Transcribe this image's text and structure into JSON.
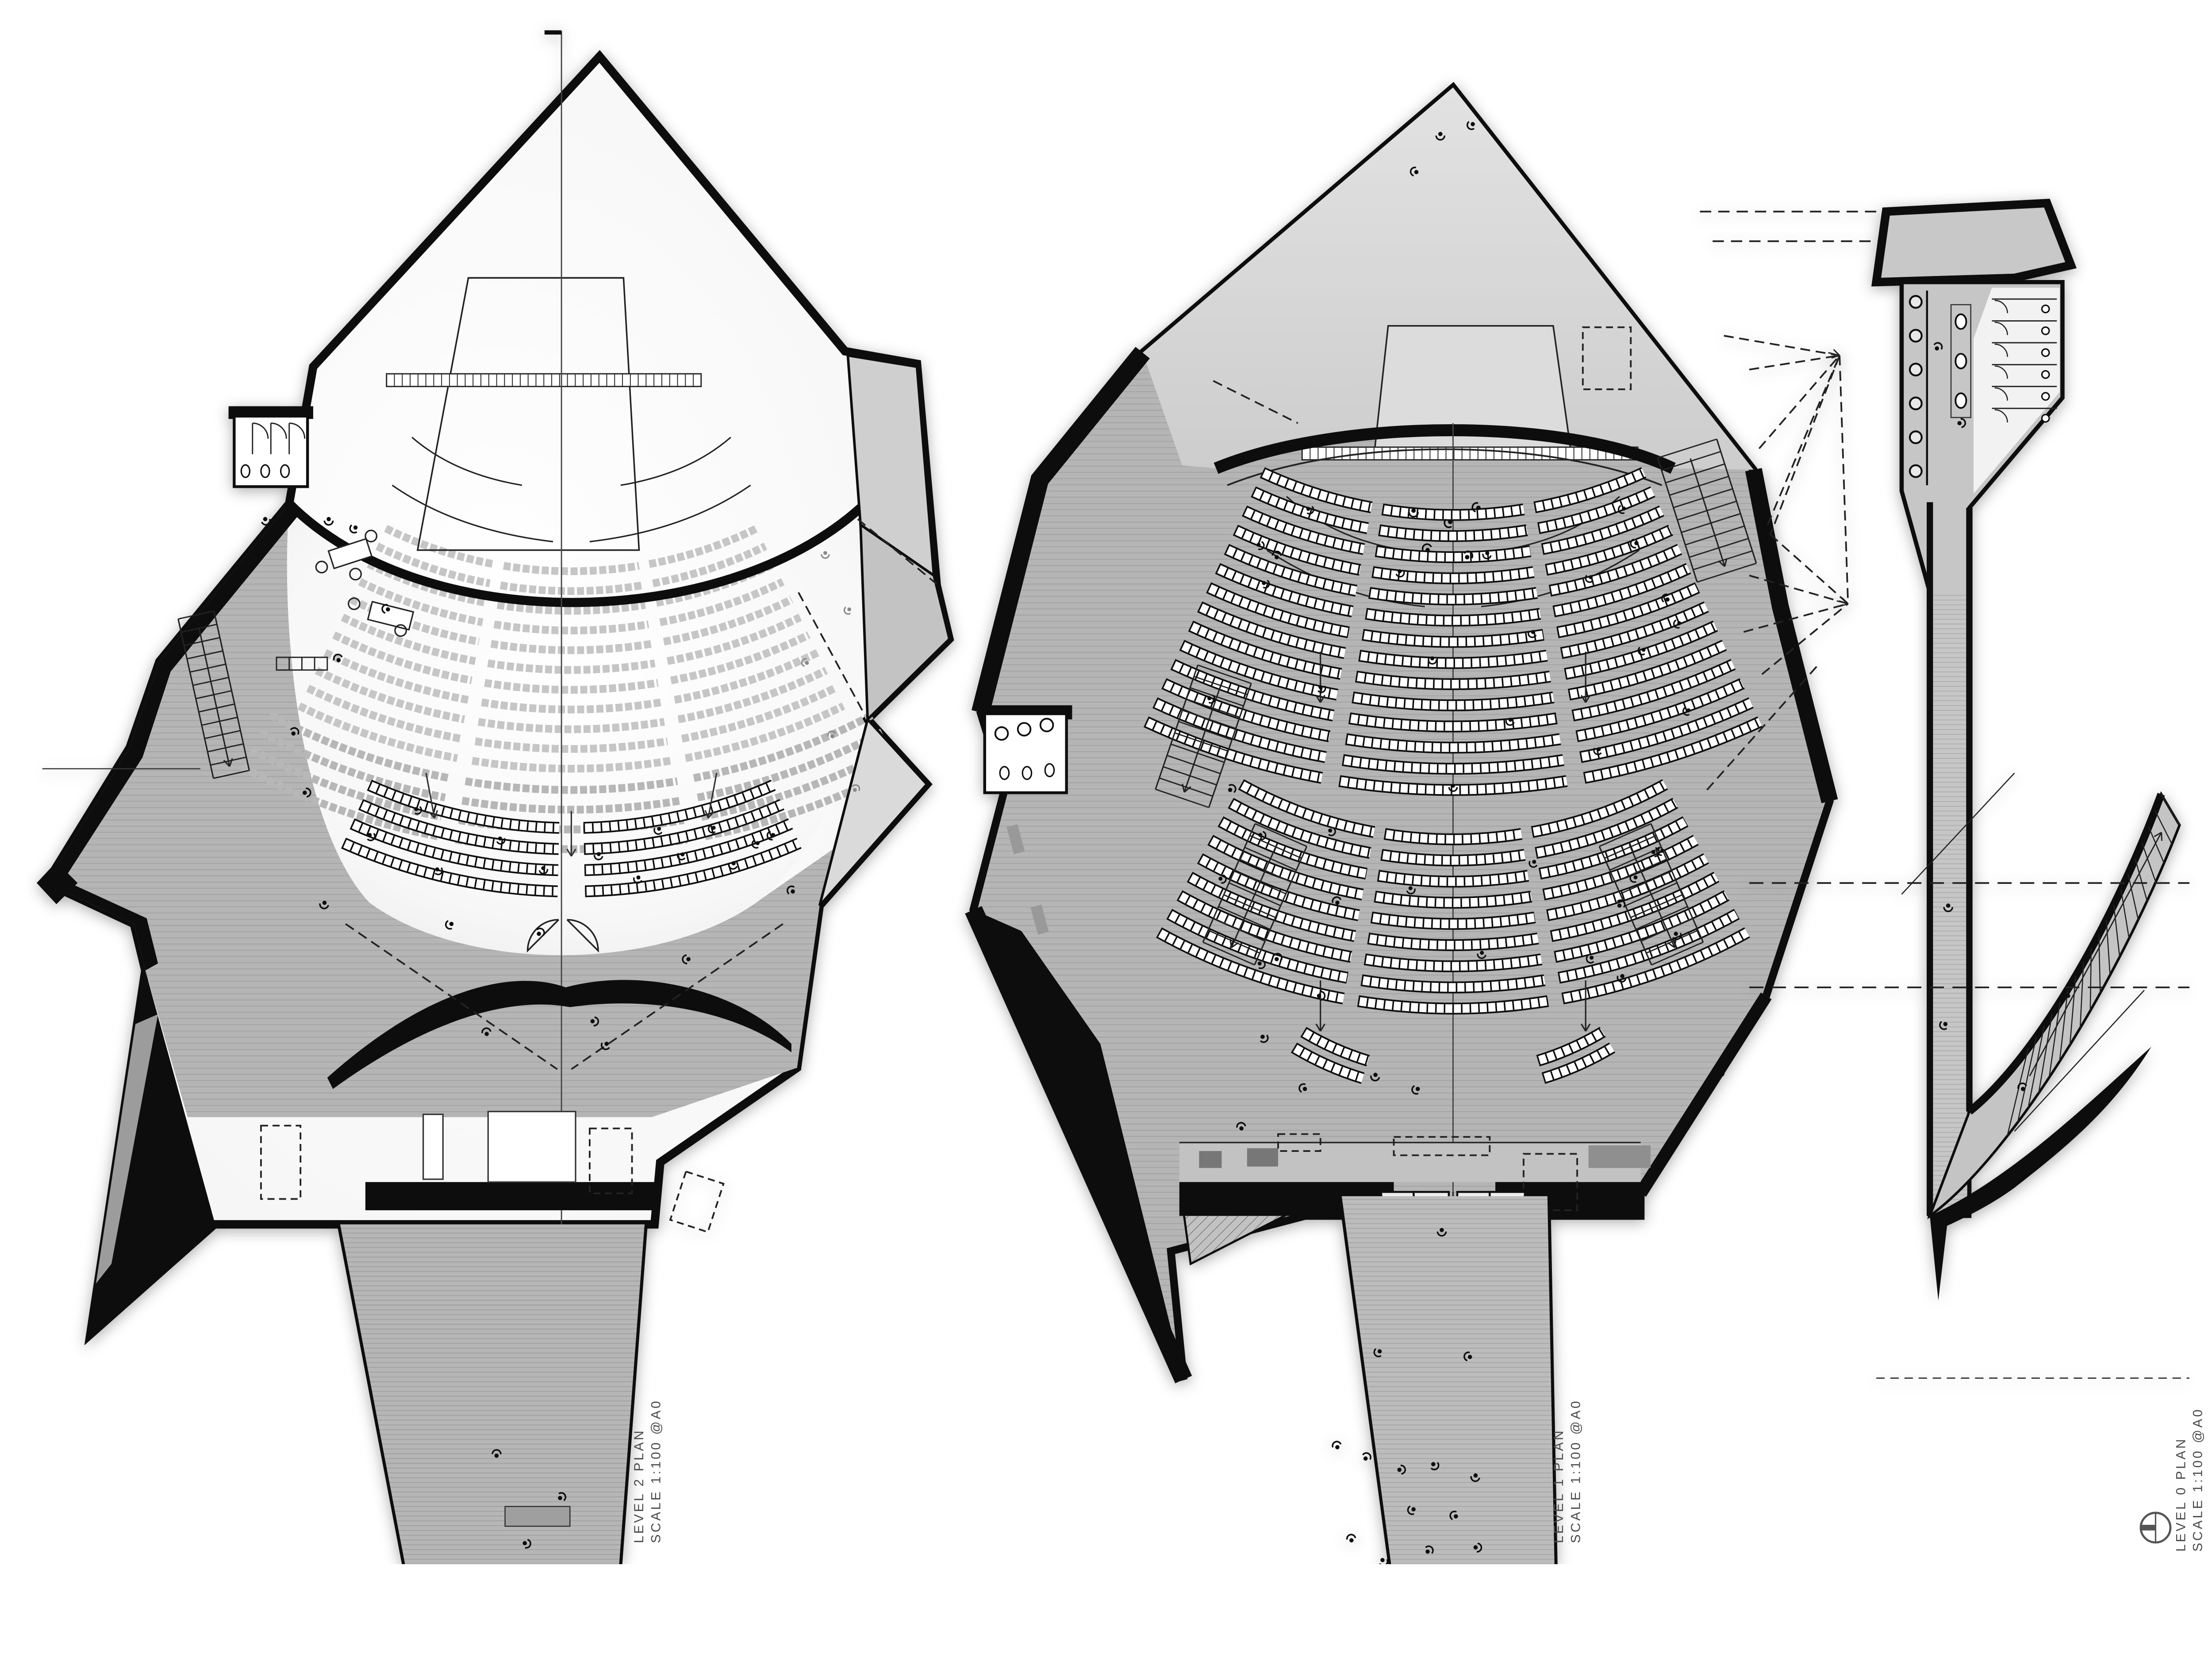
{
  "document": {
    "type": "architectural-plan-sheet",
    "background": "#ffffff"
  },
  "labels": {
    "level2": {
      "title": "LEVEL 2 PLAN",
      "scale": "SCALE 1:100 @A0"
    },
    "level1": {
      "title": "LEVEL 1 PLAN",
      "scale": "SCALE 1:100 @A0"
    },
    "level0": {
      "title": "LEVEL 0 PLAN",
      "scale": "SCALE 1:100 @A0"
    }
  },
  "colors": {
    "ink": "#0e0e0e",
    "paper": "#ffffff",
    "floor": "#b5b5b5",
    "floor_walkway": "#bcbcbc",
    "stage": "#d6d6d6",
    "bowl": "#fbfbfb",
    "facet": "#cccccc",
    "canopy": "#c8c8c8",
    "label": "#4a4a4a",
    "marker": "#555555"
  },
  "icons": {
    "orientation_marker": "section-orientation-marker-icon",
    "person": "person-icon",
    "door_leaf": "door-leaf-icon",
    "toilet": "toilet-icon",
    "sink": "sink-icon",
    "stool": "stool-icon"
  }
}
